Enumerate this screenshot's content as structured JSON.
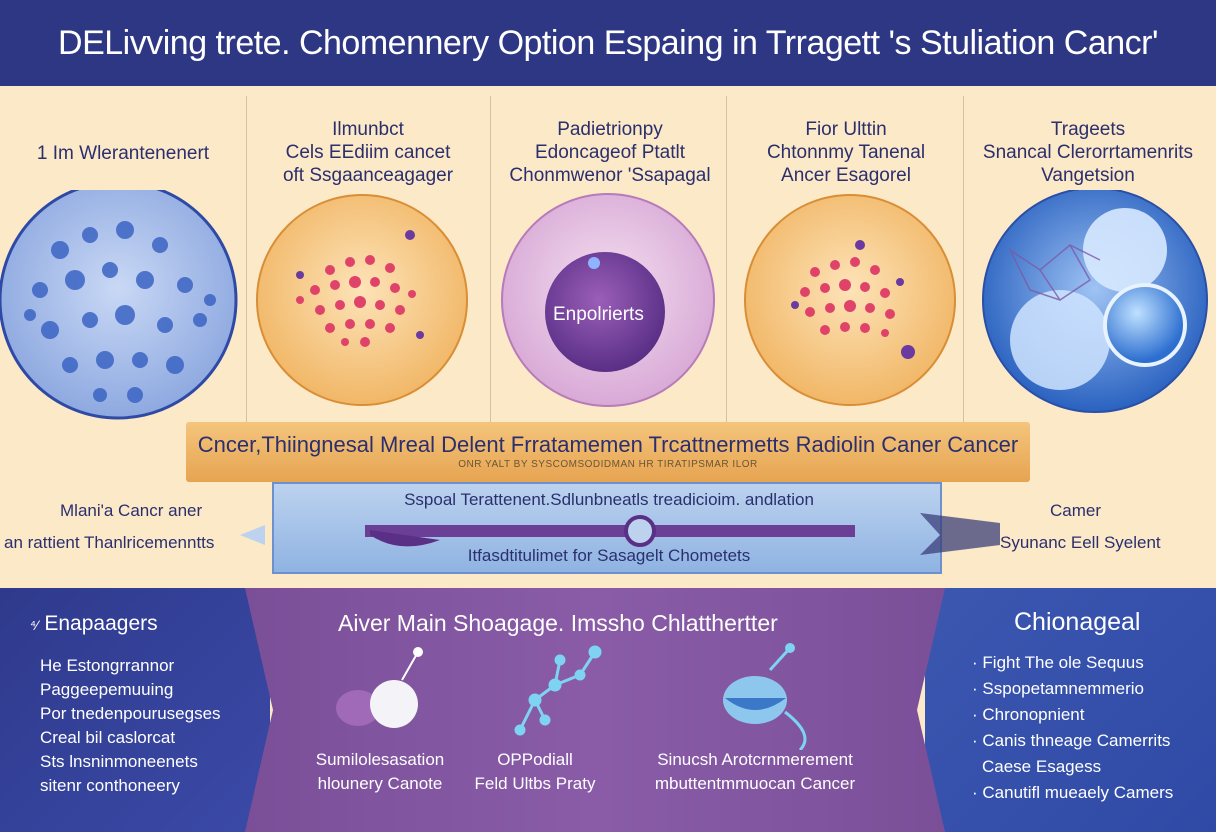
{
  "title": "DELivving trete. Chomennery Option Espaing in Trragett 's Stuliation Cancr'",
  "columns": [
    {
      "title": "1 Im Wlerantenenert"
    },
    {
      "title": "Ilmunbct\nCels EEdiim cancet\noft Ssgaanceagager"
    },
    {
      "title": "Padietrionpy\nEdoncageof Ptatlt\nChonmwenor 'Ssapagal"
    },
    {
      "title": "Fior Ulttin\nChtonnmy Tanenal\nAncer Esagorel"
    },
    {
      "title": "Trageets\nSnancal Clerorrtamenrits\nVangetsion"
    }
  ],
  "center_circle_label": "Enpolrierts",
  "banner": {
    "main": "Cncer,Thiingnesal Mreal Delent Frratamemen Trcattnermetts Radiolin Caner Cancer",
    "sub": "ONR YALT BY SYSCOMSODIDMAN HR TIRATIPSMAR ILOR"
  },
  "middle": {
    "left_line1": "Mlani'a Cancr aner",
    "left_line2": "an rattient Thanlricemenntts",
    "bar_top": "Sspoal Terattenent.Sdlunbneatls treadicioim. andlation",
    "bar_bottom": "Itfasdtitulimet for Sasagelt Chometets",
    "right_line1": "Camer",
    "right_line2": "Syunanc Eell Syelent"
  },
  "bottom_left": {
    "heading": "Enapaagers",
    "bullet": "⁴⁄",
    "items": [
      "He Estongrrannor",
      "Paggeepemuuing",
      "Por tnedenpourusegses",
      "Creal bil caslorcat",
      "Sts lnsninmoneenets",
      "sitenr conthoneery"
    ]
  },
  "bottom_mid": {
    "heading": "Aiver Main Shoagage. Imssho Chlatthertter",
    "captions": [
      {
        "line1": "Sumilolesasation",
        "line2": "hlounery Canote"
      },
      {
        "line1": "OPPodiall",
        "line2": "Feld Ultbs Praty"
      },
      {
        "line1": "Sinucsh Arotcrnmerement",
        "line2": "mbuttentmmuocan Cancer"
      }
    ]
  },
  "bottom_right": {
    "heading": "Chionageal",
    "items": [
      "Fight The ole Sequus",
      "Sspopetamnemmerio",
      "Chronopnient",
      "Canis thneage Camerrits",
      "Caese Esagess",
      "Canutifl mueaely Camers"
    ],
    "bullets": [
      "·",
      "·",
      "·",
      "·",
      "",
      "·"
    ]
  },
  "colors": {
    "navy": "#2e3784",
    "purple": "#7a4f98",
    "blue": "#3c57b0",
    "cream": "#fbe9c8",
    "orange": "#e6a451"
  }
}
